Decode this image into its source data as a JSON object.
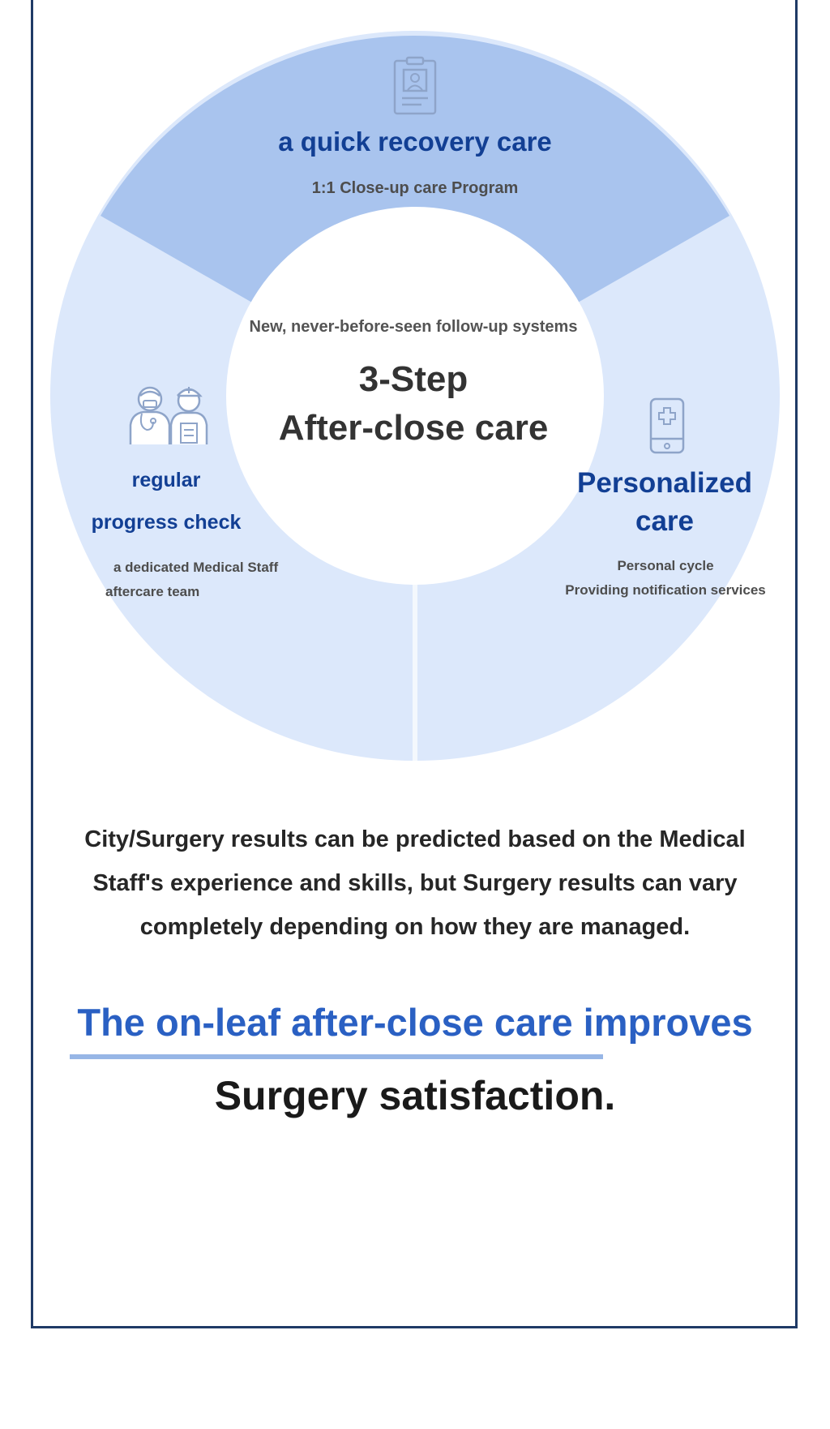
{
  "diagram": {
    "colors": {
      "top_segment": "#a9c4ee",
      "side_segments": "#dce8fb",
      "center": "#ffffff",
      "accent_blue": "#123f94",
      "icon_stroke": "#8ea4c9"
    },
    "center": {
      "subtitle": "New, never-before-seen follow-up systems",
      "title_line1": "3-Step",
      "title_line2": "After-close care"
    },
    "segments": [
      {
        "icon": "id-card-icon",
        "title": "a quick recovery care",
        "desc_line1": "1:1 Close-up care Program"
      },
      {
        "icon": "medical-staff-icon",
        "title_line1": "regular",
        "title_line2": "progress check",
        "desc_line1": "a dedicated Medical Staff",
        "desc_line2": "aftercare team"
      },
      {
        "icon": "medical-phone-icon",
        "title_line1": "Personalized",
        "title_line2": "care",
        "desc_line1": "Personal cycle",
        "desc_line2": "Providing notification services"
      }
    ]
  },
  "body": {
    "paragraph_line1": "City/Surgery results can be predicted based on the Medical",
    "paragraph_line2": "Staff's experience and skills, but Surgery results can vary",
    "paragraph_line3": "completely depending on how they are managed.",
    "headline_blue": "The on-leaf after-close care improves",
    "headline_black": "Surgery satisfaction."
  }
}
